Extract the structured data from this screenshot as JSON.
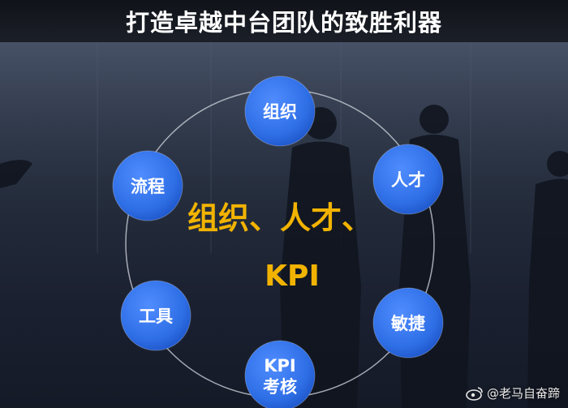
{
  "title": "打造卓越中台团队的致胜利器",
  "center": {
    "line1": "组织、人才、",
    "line2": "KPI"
  },
  "nodes": [
    {
      "id": "org",
      "lines": [
        "组织"
      ]
    },
    {
      "id": "talent",
      "lines": [
        "人才"
      ]
    },
    {
      "id": "agile",
      "lines": [
        "敏捷"
      ]
    },
    {
      "id": "kpi",
      "lines": [
        "KPI",
        "考核"
      ]
    },
    {
      "id": "tools",
      "lines": [
        "工具"
      ]
    },
    {
      "id": "process",
      "lines": [
        "流程"
      ]
    }
  ],
  "watermark": "@老马自奋蹄",
  "colors": {
    "node_fill": "#2f6fe6",
    "center_text": "#f2b300",
    "ring": "#c9cdd6"
  }
}
